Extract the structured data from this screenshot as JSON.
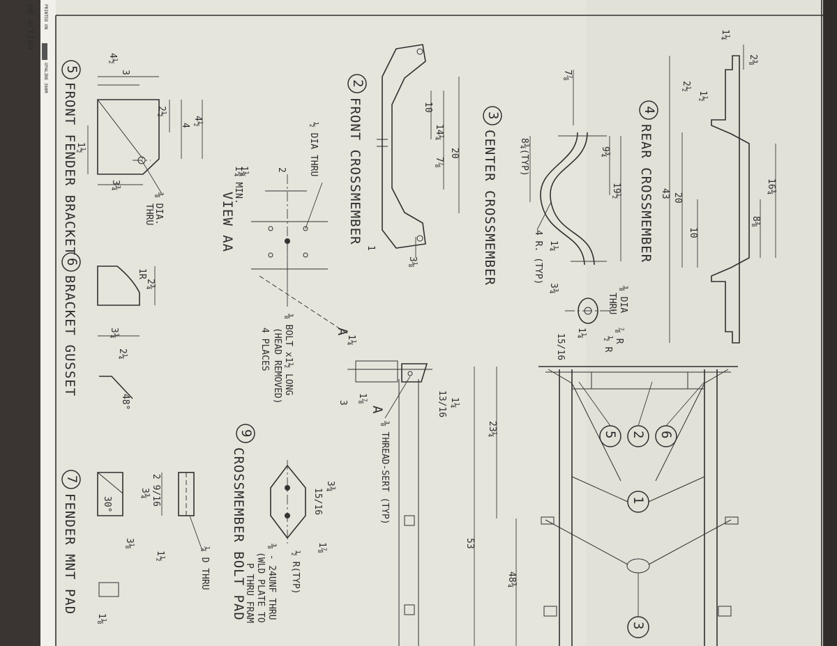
{
  "margin": {
    "label": "od action",
    "printed": "PRINTED ON",
    "paper": "OPALINE 360M"
  },
  "parts": [
    {
      "num": "5",
      "title": "FRONT FENDER BRACKET"
    },
    {
      "num": "6",
      "title": "BRACKET GUSSET"
    },
    {
      "num": "7",
      "title": "FENDER MNT PAD"
    },
    {
      "num": "2",
      "title": "FRONT CROSSMEMBER"
    },
    {
      "num": "3",
      "title": "CENTER CROSSMEMBER"
    },
    {
      "num": "4",
      "title": "REAR CROSSMEMBER"
    },
    {
      "num": "9",
      "title": "CROSSMEMBER BOLT PAD"
    }
  ],
  "view_aa": "VIEW AA",
  "notes": {
    "half_dia_thru": "½ DIA THRU",
    "three_eighths_dia_thru": "⅜ DIA.",
    "thru": "THRU",
    "bolt_line1": "⅜ BOLT x1½ LONG",
    "bolt_line2": "(HEAD REMOVED)",
    "bolt_line3": "4 PLACES",
    "thread_sert": "⅜ THREAD-SERT (TYP)",
    "four_r": "4 R. (TYP)",
    "dia38": "⅜ DIA",
    "thru2": "THRU",
    "r78": "⅞ R",
    "r12": "½ R",
    "unf_line1": "⅜ - 24UNF THRU",
    "unf_line2": "(WLD PLATE TO",
    "unf_line3": "P THRU FRAM",
    "r12typ": "½ R(TYP)",
    "quarter_d_thru": "¼ D THRU",
    "one_r": "1R",
    "min": "1¾ MIN.",
    "typ84": "8¾(TYP)",
    "sec_a": "A",
    "sec_a2": "A"
  },
  "dims": {
    "d4h": "4½",
    "d3": "3",
    "d2h": "2½",
    "d4": "4",
    "d4h2": "4½",
    "d1h": "1½",
    "d3q": "3¾",
    "d2": "2",
    "d1q": "1¼",
    "d7e": "7⅞",
    "d10": "10",
    "d14q": "14¼",
    "d7e2": "7⅞",
    "d20": "20",
    "d1": "1",
    "d3e": "3⅛",
    "d8q": "8¾",
    "d9q": "9¾",
    "d19h": "19½",
    "d1q2": "1¼",
    "d3q2": "3¾",
    "d1516": "15/16",
    "d1q3": "1¼",
    "d2e": "2⅜",
    "d2h2": "2½",
    "d1h2": "1½",
    "d16q": "16¾",
    "d20b": "20",
    "d10b": "10",
    "d8e": "8⅜",
    "d43": "43",
    "d2q": "2¾",
    "d1r": "1R",
    "d3q4": "3¾",
    "d2q2": "2¼",
    "deg48": "48°",
    "d29": "2 9/16",
    "d3q5": "3¾",
    "deg30": "30°",
    "d3e2": "3⅛",
    "d1h3": "1½",
    "d1e": "1⅛",
    "d3q6": "3¾",
    "d1516b": "15/16",
    "d1e2": "1⅞",
    "d1q4": "1¼",
    "d1e3": "1⅞",
    "d3b": "3",
    "d1316": "13/16",
    "d1q5": "1¼",
    "d23q": "23¼",
    "d53": "53",
    "d48q": "48¾"
  },
  "callouts": [
    "5",
    "2",
    "6",
    "1",
    "3"
  ]
}
